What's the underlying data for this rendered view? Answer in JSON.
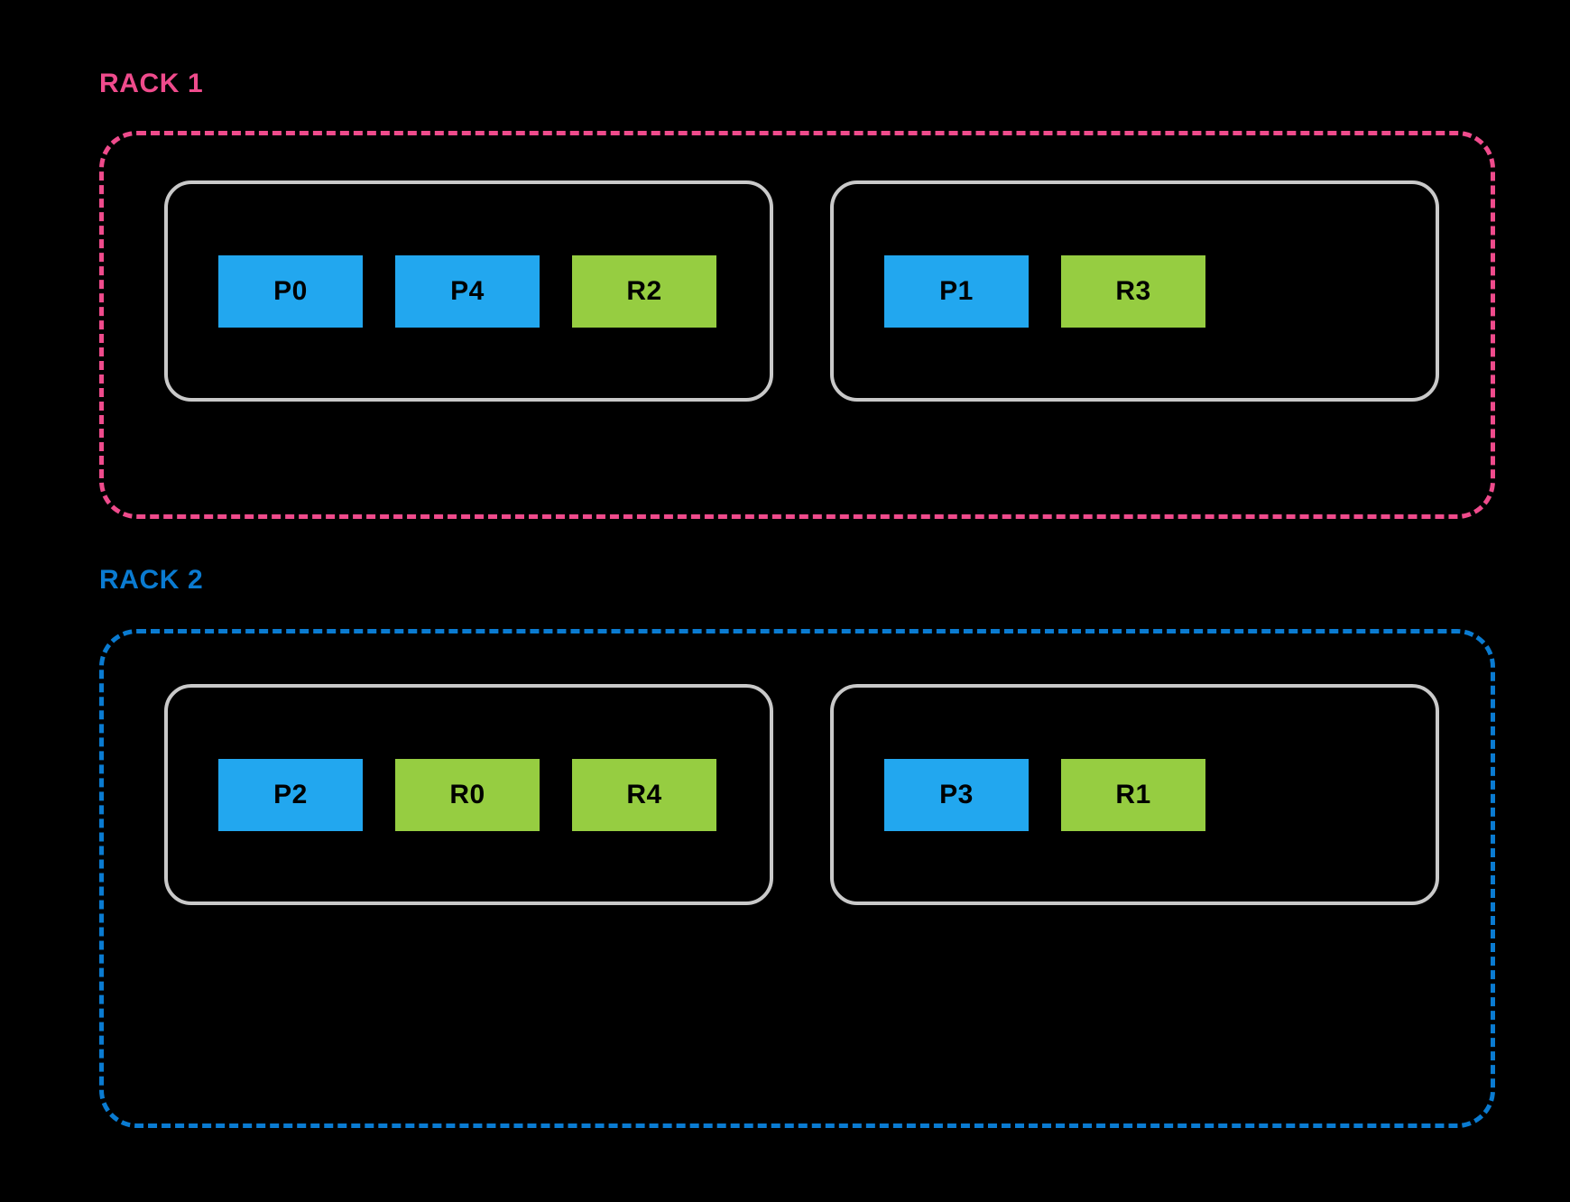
{
  "diagram": {
    "title_visible": false,
    "background_color": "#000000",
    "colors": {
      "rack1_accent": "#EF4B8C",
      "rack2_accent": "#0A7BD1",
      "node_border": "#C9C9C9",
      "primary_chip": "#22A7EF",
      "replica_chip": "#96CD41",
      "chip_text": "#000000"
    },
    "racks": [
      {
        "label": "RACK 1",
        "accent": "#EF4B8C",
        "nodes": [
          {
            "chips": [
              {
                "label": "P0",
                "kind": "primary"
              },
              {
                "label": "P4",
                "kind": "primary"
              },
              {
                "label": "R2",
                "kind": "replica"
              }
            ]
          },
          {
            "chips": [
              {
                "label": "P1",
                "kind": "primary"
              },
              {
                "label": "R3",
                "kind": "replica"
              }
            ]
          }
        ]
      },
      {
        "label": "RACK 2",
        "accent": "#0A7BD1",
        "nodes": [
          {
            "chips": [
              {
                "label": "P2",
                "kind": "primary"
              },
              {
                "label": "R0",
                "kind": "replica"
              },
              {
                "label": "R4",
                "kind": "replica"
              }
            ]
          },
          {
            "chips": [
              {
                "label": "P3",
                "kind": "primary"
              },
              {
                "label": "R1",
                "kind": "replica"
              }
            ]
          }
        ]
      }
    ]
  }
}
